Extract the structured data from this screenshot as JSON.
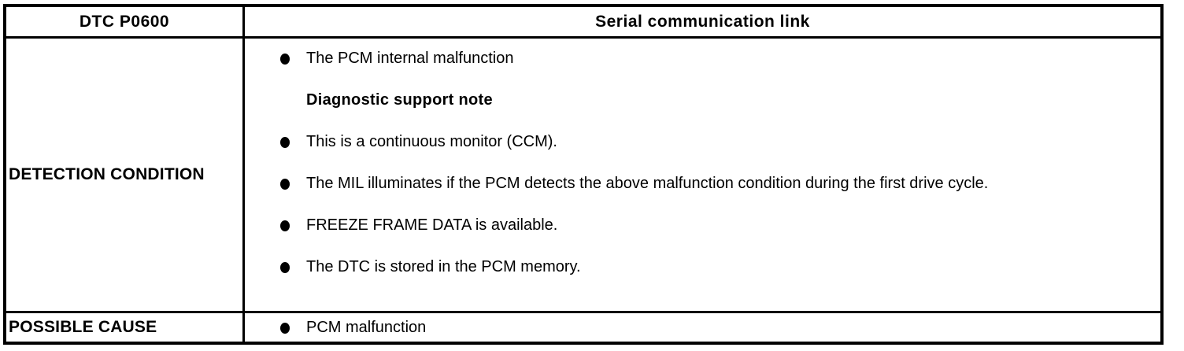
{
  "page": {
    "background_color": "#ffffff",
    "border_color": "#000000",
    "text_color": "#000000"
  },
  "table": {
    "header": {
      "code": "DTC P0600",
      "title": "Serial communication link"
    },
    "detection": {
      "label": "DETECTION CONDITION",
      "items": [
        {
          "type": "bullet",
          "text": "The PCM internal malfunction"
        },
        {
          "type": "heading",
          "text": "Diagnostic support note"
        },
        {
          "type": "bullet",
          "text": "This is a continuous monitor (CCM)."
        },
        {
          "type": "bullet",
          "text": "The MIL illuminates if the PCM detects the above malfunction condition during the first drive cycle."
        },
        {
          "type": "bullet",
          "text": "FREEZE FRAME DATA is available."
        },
        {
          "type": "bullet",
          "text": "The DTC is stored in the PCM memory."
        }
      ]
    },
    "possible_cause": {
      "label": "POSSIBLE CAUSE",
      "items": [
        {
          "type": "bullet",
          "text": "PCM malfunction"
        }
      ]
    }
  }
}
